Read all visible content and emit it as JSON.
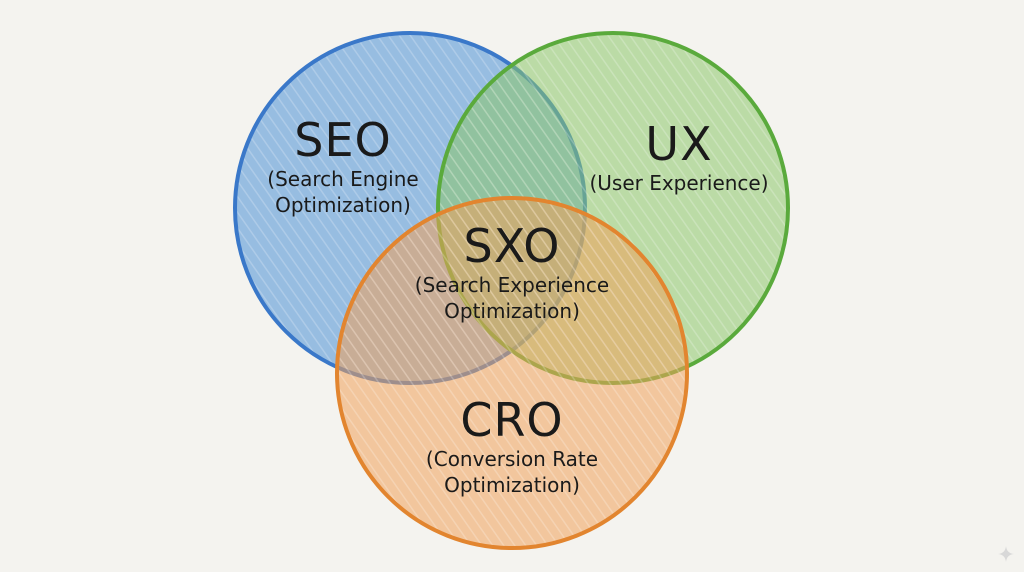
{
  "diagram": {
    "type": "venn",
    "sets": [
      {
        "key": "seo",
        "title": "SEO",
        "subtitle_lines": [
          "(Search Engine",
          "Optimization)"
        ],
        "color": "#4a8fd6",
        "stroke": "#3a78c9"
      },
      {
        "key": "ux",
        "title": "UX",
        "subtitle_lines": [
          "(User Experience)"
        ],
        "color": "#8cc66a",
        "stroke": "#5aaa3c"
      },
      {
        "key": "cro",
        "title": "CRO",
        "subtitle_lines": [
          "(Conversion Rate",
          "Optimization)"
        ],
        "color": "#f0a15a",
        "stroke": "#e2852f"
      }
    ],
    "center": {
      "title": "SXO",
      "subtitle_lines": [
        "(Search Experience",
        "Optimization)"
      ]
    }
  },
  "colors": {
    "background": "#f4f3ef",
    "text": "#1a1a1a",
    "sparkle": "#d8d8d8"
  },
  "icons": {
    "corner": "sparkle-icon"
  }
}
